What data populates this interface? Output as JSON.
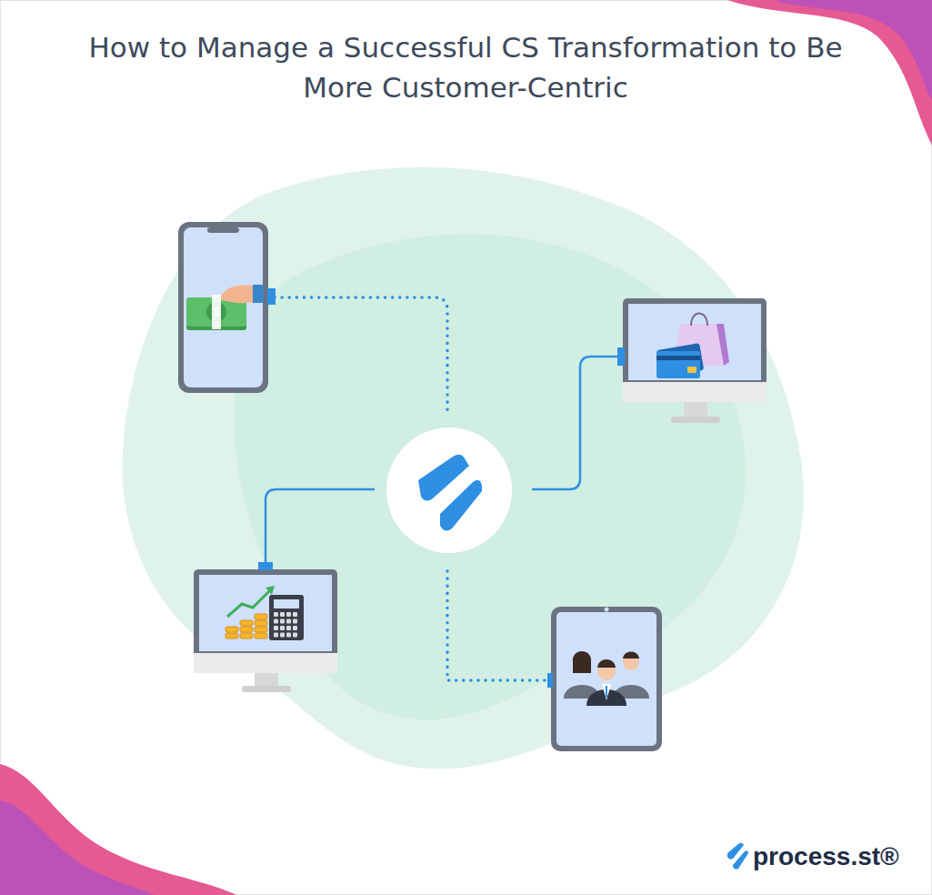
{
  "diagram": {
    "title": "How to Manage a Successful CS Transformation to Be More Customer-Centric",
    "labels": [
      "$",
      "process.st®"
    ]
  }
}
